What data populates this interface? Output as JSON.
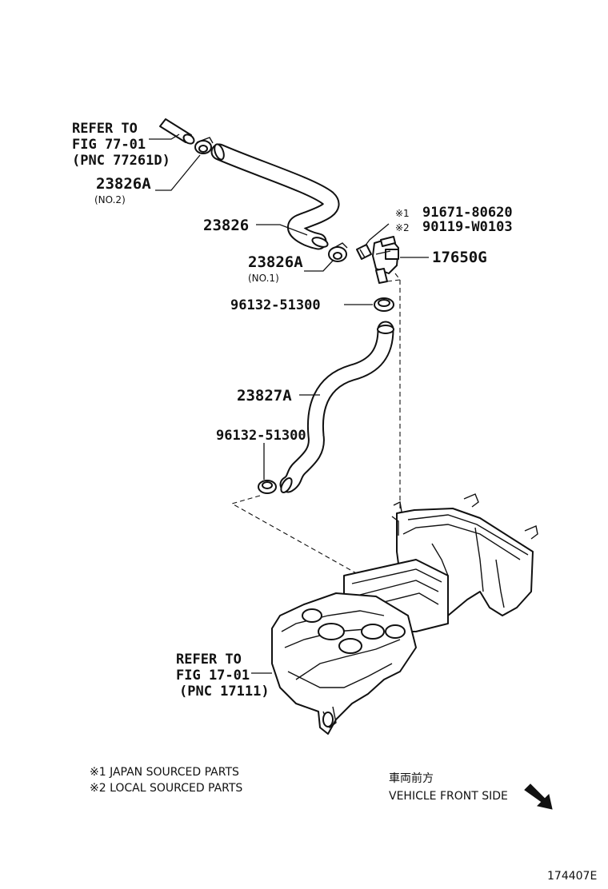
{
  "callouts": {
    "refer_top": {
      "line1": "REFER TO",
      "line2": "FIG 77-01",
      "line3": "(PNC 77261D)"
    },
    "clamp_no2": {
      "part": "23826A",
      "sub": "(NO.2)"
    },
    "hose_upper": {
      "part": "23826"
    },
    "clamp_no1": {
      "part": "23826A",
      "sub": "(NO.1)"
    },
    "bolt_japan": {
      "mark": "※1",
      "part": "91671-80620"
    },
    "bolt_local": {
      "mark": "※2",
      "part": "90119-W0103"
    },
    "valve": {
      "part": "17650G"
    },
    "clip_upper": {
      "part": "96132-51300"
    },
    "hose_lower": {
      "part": "23827A"
    },
    "clip_lower": {
      "part": "96132-51300"
    },
    "refer_bottom": {
      "line1": "REFER TO",
      "line2": "FIG 17-01",
      "line3": "(PNC 17111)"
    }
  },
  "legend": {
    "note1": "※1 JAPAN SOURCED PARTS",
    "note2": "※2 LOCAL SOURCED PARTS"
  },
  "orientation": {
    "jp": "車両前方",
    "en": "VEHICLE FRONT SIDE"
  },
  "figure_id": "174407E"
}
